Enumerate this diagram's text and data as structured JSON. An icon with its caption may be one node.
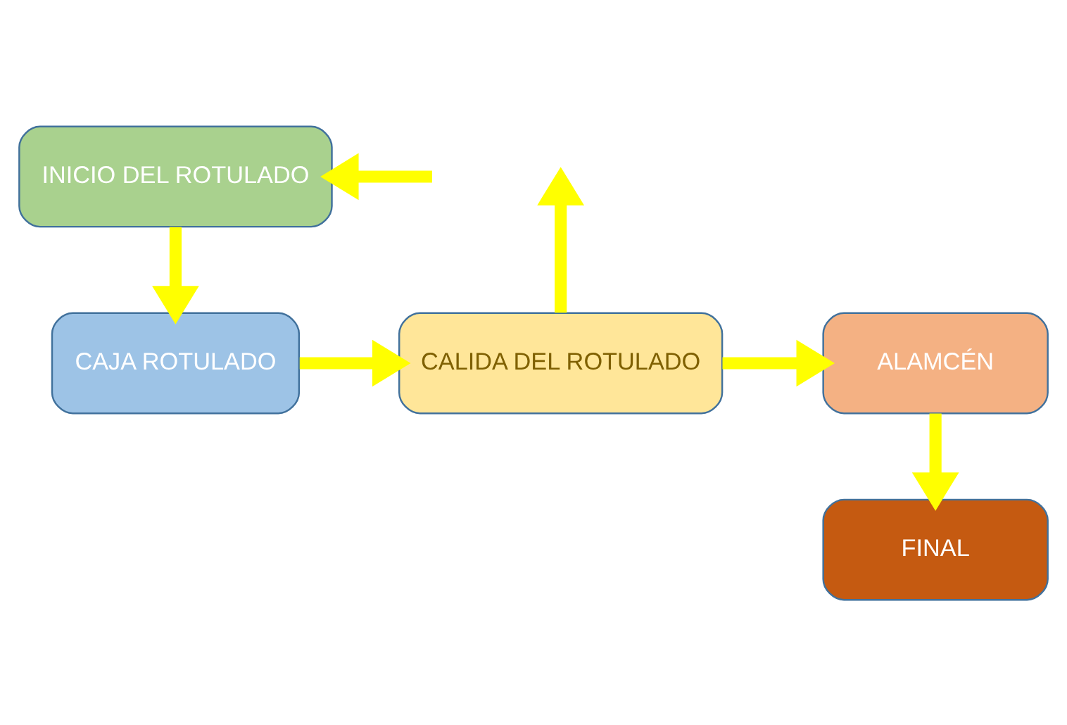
{
  "diagram": {
    "nodes": [
      {
        "text": [
          "INICIO DEL ROTULADO"
        ]
      },
      {
        "text": [
          "CAJA ROTULADO"
        ]
      },
      {
        "text": [
          "CALIDA DEL ROTULADO"
        ]
      },
      {
        "text": [
          "ALAMCÉN"
        ]
      },
      {
        "text": [
          "FINAL"
        ]
      }
    ],
    "edges": [
      {
        "from": 0,
        "to": 1,
        "arrow": "to"
      },
      {
        "from": 1,
        "to": 2,
        "arrow": "to"
      },
      {
        "from": 2,
        "to": null,
        "arrow": "to"
      },
      {
        "from": null,
        "to": 0,
        "arrow": "to"
      },
      {
        "from": 2,
        "to": 3,
        "arrow": "to"
      },
      {
        "from": 3,
        "to": 4,
        "arrow": "to"
      }
    ]
  }
}
